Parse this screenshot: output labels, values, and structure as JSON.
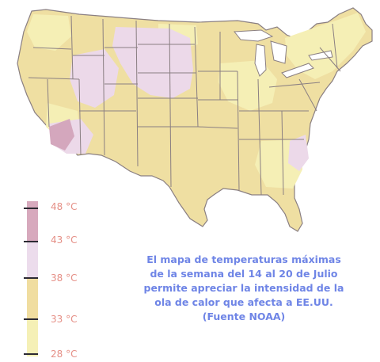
{
  "caption": {
    "line1": "El mapa de temperaturas máximas",
    "line2": "de la semana del 14 al 20 de Julio",
    "line3": "permite apreciar  la intensidad de la",
    "line4": "ola de calor que afecta a EE.UU.",
    "line5": "(Fuente NOAA)"
  },
  "legend": {
    "items": [
      {
        "label": "48 °C",
        "value": 48
      },
      {
        "label": "43 °C",
        "value": 43
      },
      {
        "label": "38 °C",
        "value": 38
      },
      {
        "label": "33 °C",
        "value": 33
      },
      {
        "label": "28 °C",
        "value": 28
      }
    ],
    "colors": {
      "above_43": "#d7a9bd",
      "band_38_43": "#ecdcec",
      "band_33_38": "#f0dda0",
      "band_28_33": "#f5f0b6",
      "tick": "#2c2a33",
      "label_text": "#e58f86"
    }
  },
  "map": {
    "colors": {
      "background": "#ffffff",
      "land_base": "#efdfa2",
      "light_yellow": "#f5efb5",
      "pink": "#ecd9e9",
      "dark_pink": "#d4a7bd",
      "border": "#8a7f82",
      "lake": "#ffffff"
    }
  },
  "caption_color": "#6f85e6"
}
